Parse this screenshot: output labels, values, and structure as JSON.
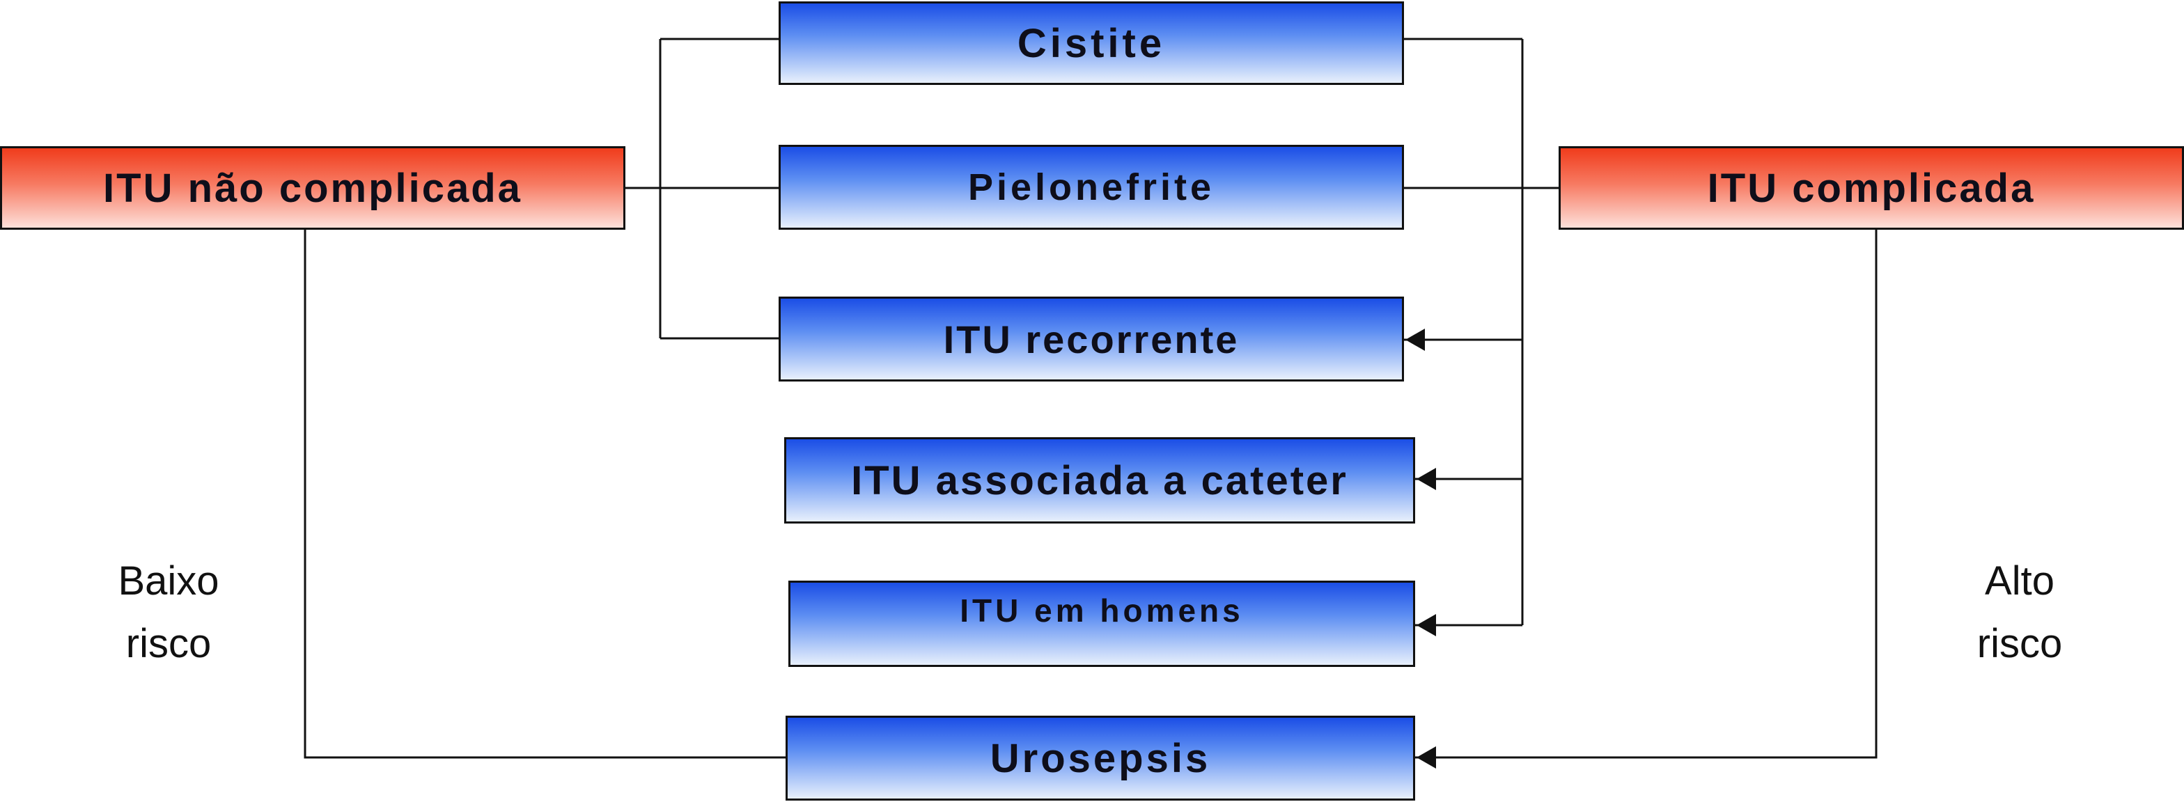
{
  "left_source": {
    "label": "ITU não complicada"
  },
  "right_source": {
    "label": "ITU complicada"
  },
  "targets": [
    {
      "label": "Cistite"
    },
    {
      "label": "Pielonefrite"
    },
    {
      "label": "ITU recorrente"
    },
    {
      "label": "ITU associada a cateter"
    },
    {
      "label": "ITU em homens"
    },
    {
      "label": "Urosepsis"
    }
  ],
  "left_risk": {
    "line1": "Baixo",
    "line2": "risco"
  },
  "right_risk": {
    "line1": "Alto",
    "line2": "risco"
  },
  "colors": {
    "source_gradient_top": "#f03c1c",
    "source_gradient_bottom": "#fde0da",
    "target_gradient_top": "#1b4ee6",
    "target_gradient_bottom": "#e8f0fc",
    "lines": "#111111"
  }
}
